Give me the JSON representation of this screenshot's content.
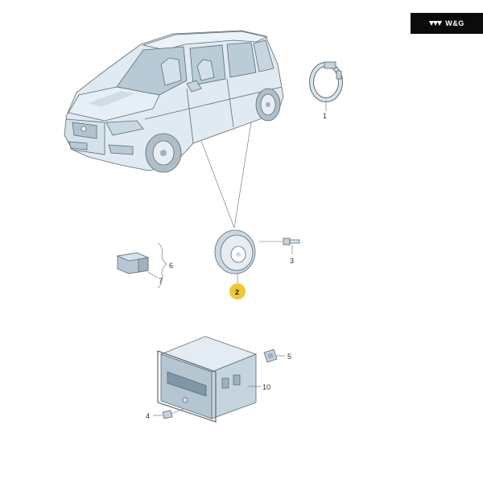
{
  "brand": {
    "label": "W&G",
    "icon": "chevron-logo-icon",
    "background_color": "#0b0b0b",
    "text_color": "#ffffff"
  },
  "colors": {
    "part_fill": "#dbe8f0",
    "part_shade": "#c3d3dd",
    "part_dark": "#9fb2bf",
    "outline": "#5f6b72",
    "highlight_callout": "#f2c735"
  },
  "callouts": [
    {
      "id": "1",
      "label": "1"
    },
    {
      "id": "2",
      "label": "2",
      "highlighted": true
    },
    {
      "id": "3",
      "label": "3"
    },
    {
      "id": "4",
      "label": "4"
    },
    {
      "id": "5",
      "label": "5"
    },
    {
      "id": "6",
      "label": "6"
    },
    {
      "id": "7",
      "label": "7"
    },
    {
      "id": "10",
      "label": "10"
    }
  ]
}
